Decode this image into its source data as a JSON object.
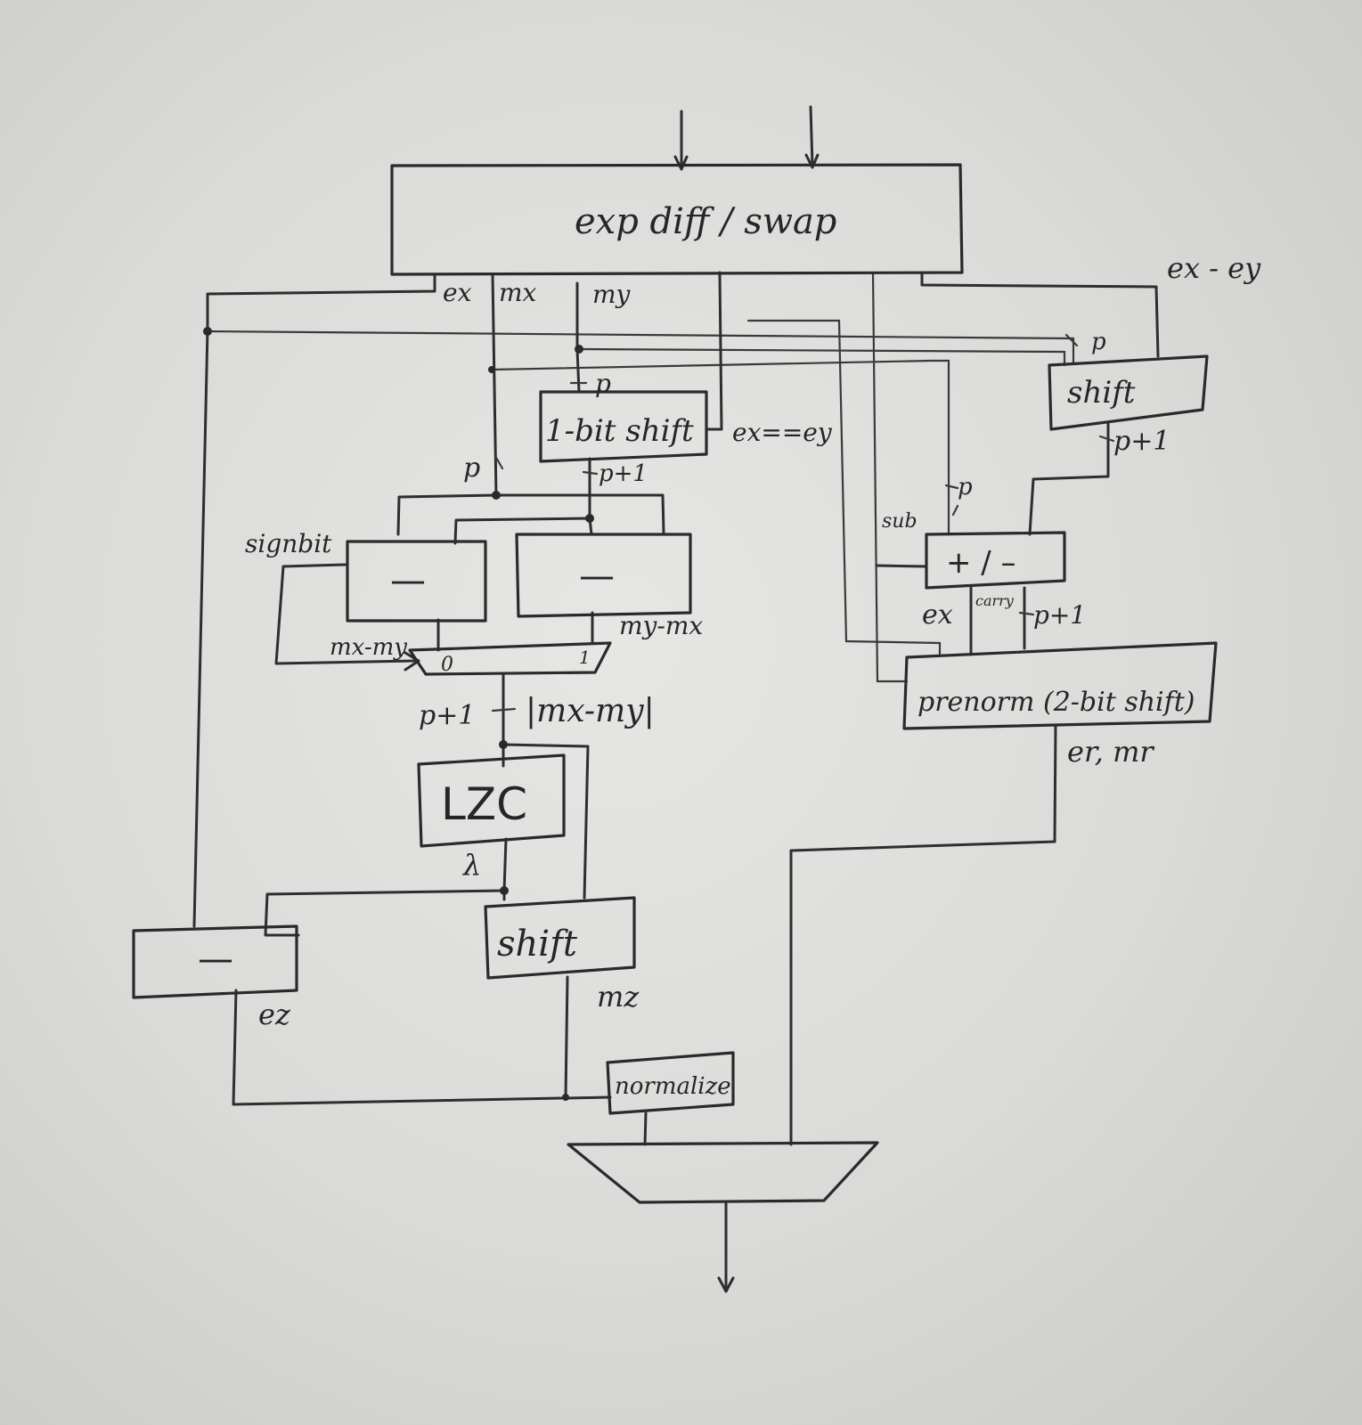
{
  "blocks": {
    "exp_diff_swap": "exp diff  / swap",
    "one_bit_shift": "1-bit shift",
    "sub_left": "—",
    "sub_right": "—",
    "lzc": "LZC",
    "shift_left": "shift",
    "exp_sub": "—",
    "normalize": "normalize",
    "shift_right": "shift",
    "add_sub": "+ / –",
    "prenorm": "prenorm (2-bit shift)"
  },
  "labels": {
    "ex": "ex",
    "mx": "mx",
    "my": "my",
    "ex_minus_ey": "ex - ey",
    "p_shift_in": "p",
    "p_one_bit": "p",
    "ex_eq_ey": "ex==ey",
    "p_left": "p",
    "p_plus_1_mid": "p+1",
    "signbit": "signbit",
    "mx_minus_my": "mx-my",
    "my_minus_mx": "my-mx",
    "mux_0": "0",
    "mux_1": "1",
    "p_plus_1_abs": "p+1",
    "abs_diff": "|mx-my|",
    "lambda": "λ",
    "mz": "mz",
    "ez": "ez",
    "p_plus_1_right": "p+1",
    "sub": "sub",
    "p_addsub": "p",
    "ex_right": "ex",
    "carry": "carry",
    "p_plus_1_prenorm": "p+1",
    "er_mr": "er, mr"
  }
}
